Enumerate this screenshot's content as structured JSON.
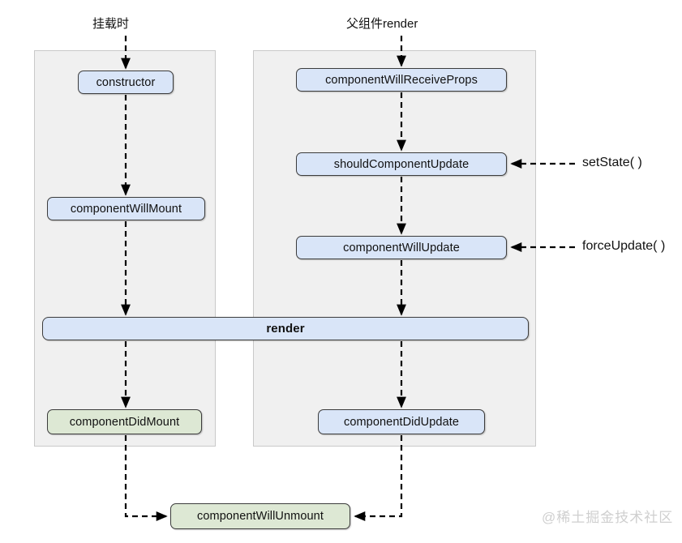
{
  "diagram": {
    "title_labels": {
      "mount_phase": "挂载时",
      "update_phase": "父组件render"
    },
    "panels": [
      {
        "id": "mount",
        "name": "mounting-phase-panel"
      },
      {
        "id": "update",
        "name": "updating-phase-panel"
      }
    ],
    "nodes": {
      "constructor": "constructor",
      "componentWillMount": "componentWillMount",
      "componentDidMount": "componentDidMount",
      "componentWillReceiveProps": "componentWillReceiveProps",
      "shouldComponentUpdate": "shouldComponentUpdate",
      "componentWillUpdate": "componentWillUpdate",
      "componentDidUpdate": "componentDidUpdate",
      "render": "render",
      "componentWillUnmount": "componentWillUnmount"
    },
    "side_triggers": {
      "setState": "setState( )",
      "forceUpdate": "forceUpdate( )"
    },
    "watermark": "@稀土掘金技术社区",
    "colors": {
      "node_blue": "#d9e5f8",
      "node_green": "#dde8d4",
      "panel_fill": "#f0f0f0",
      "panel_border": "#c9c9c9",
      "node_border": "#3c3c3c",
      "arrow": "#000000",
      "watermark": "#cfcfcf",
      "background": "#ffffff"
    }
  }
}
